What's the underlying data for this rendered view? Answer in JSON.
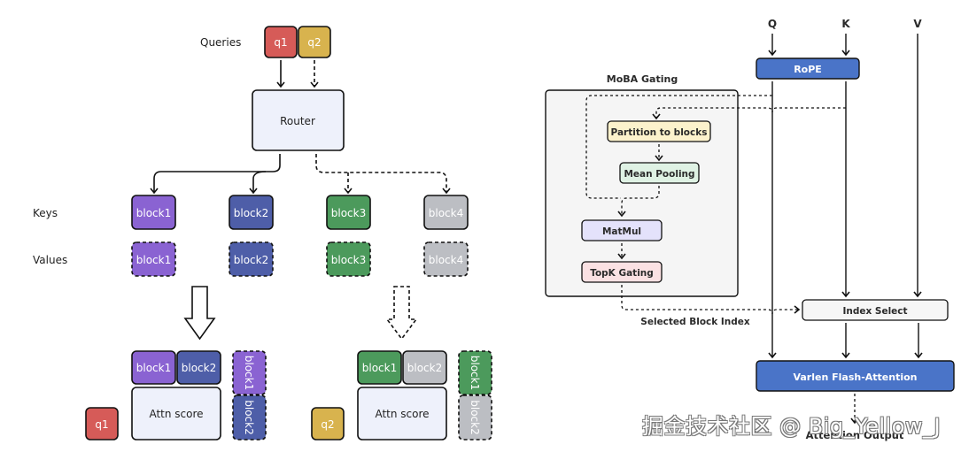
{
  "left": {
    "queries_label": "Queries",
    "keys_label": "Keys",
    "values_label": "Values",
    "router_label": "Router",
    "q1": "q1",
    "q2": "q2",
    "keys": [
      "block1",
      "block2",
      "block3",
      "block4"
    ],
    "values": [
      "block1",
      "block2",
      "block3",
      "block4"
    ],
    "panel1": {
      "query": "q1",
      "keys": [
        "block1",
        "block2"
      ],
      "values": [
        "block1",
        "block2"
      ],
      "score": "Attn score"
    },
    "panel2": {
      "query": "q2",
      "keys": [
        "block1",
        "block2"
      ],
      "values": [
        "block1",
        "block2"
      ],
      "score": "Attn score"
    },
    "colors": {
      "q1": "#d65b58",
      "q2": "#d8b34e",
      "block1": "#8a63d2",
      "block2": "#4e5ea8",
      "block3": "#4c9a5c",
      "block4": "#bcbec3",
      "router": "#eef1fb"
    }
  },
  "right": {
    "inputs": [
      "Q",
      "K",
      "V"
    ],
    "rope": "RoPE",
    "moba_title": "MoBA Gating",
    "partition": "Partition to blocks",
    "mean_pooling": "Mean Pooling",
    "matmul": "MatMul",
    "topk": "TopK Gating",
    "selected_index": "Selected Block Index",
    "index_select": "Index Select",
    "flash": "Varlen Flash-Attention",
    "output": "Attention Output",
    "colors": {
      "rope": "#4a74c8",
      "flash": "#4a74c8",
      "partition": "#fcf2cc",
      "pooling": "#dff2e4",
      "matmul": "#e4e2fb",
      "topk": "#fbe1e3",
      "moba_bg": "#f5f5f5",
      "index": "#f6f6f6"
    }
  },
  "watermark": "掘金技术社区 @ Big_Yellow_J"
}
